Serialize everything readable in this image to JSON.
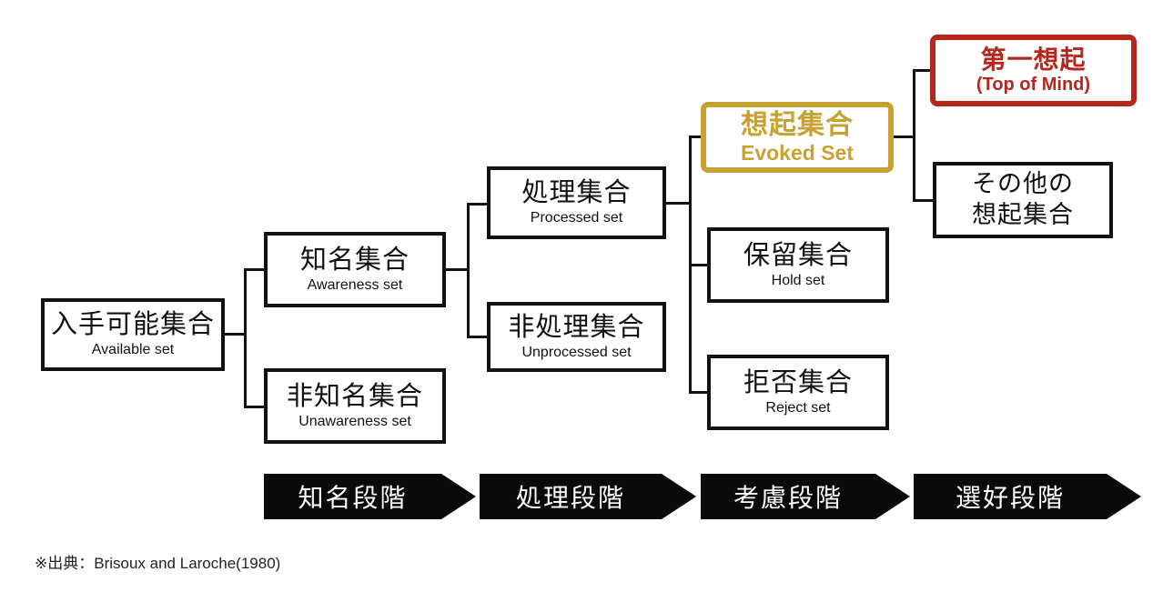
{
  "diagram": {
    "nodes": {
      "available": {
        "jp": "入手可能集合",
        "en": "Available set"
      },
      "awareness": {
        "jp": "知名集合",
        "en": "Awareness set"
      },
      "unawareness": {
        "jp": "非知名集合",
        "en": "Unawareness set"
      },
      "processed": {
        "jp": "処理集合",
        "en": "Processed set"
      },
      "unprocessed": {
        "jp": "非処理集合",
        "en": "Unprocessed set"
      },
      "evoked": {
        "jp": "想起集合",
        "en": "Evoked Set"
      },
      "hold": {
        "jp": "保留集合",
        "en": "Hold set"
      },
      "reject": {
        "jp": "拒否集合",
        "en": "Reject set"
      },
      "top_of_mind": {
        "jp": "第一想起",
        "en": "(Top of Mind)"
      },
      "other_evoked": {
        "jp_line1": "その他の",
        "jp_line2": "想起集合"
      }
    },
    "stages": [
      {
        "label": "知名段階"
      },
      {
        "label": "処理段階"
      },
      {
        "label": "考慮段階"
      },
      {
        "label": "選好段階"
      }
    ],
    "source_note": "※出典：Brisoux and Laroche(1980)",
    "colors": {
      "node_border": "#111111",
      "evoked_accent": "#C7A233",
      "top_of_mind_accent": "#B5271D",
      "stage_banner_bg": "#0A0A0A",
      "stage_banner_text": "#FFFFFF"
    }
  }
}
